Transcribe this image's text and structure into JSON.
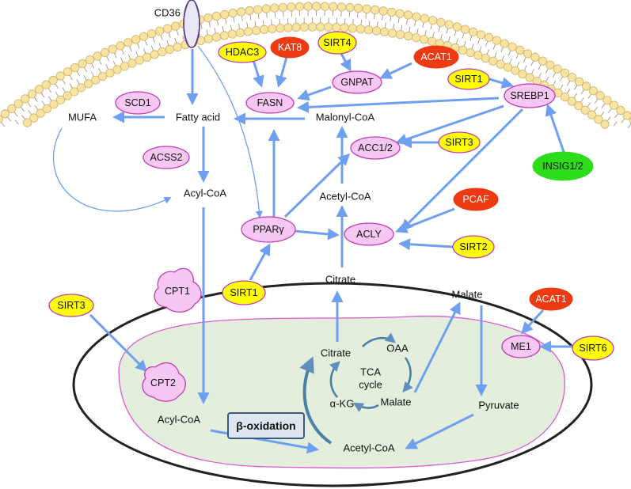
{
  "colors": {
    "arrow": "#6f9ff0",
    "pink_node": "#f6c7f2",
    "pink_border": "#c13bb5",
    "yellow_node": "#ffff00",
    "red_node": "#ee3a12",
    "green_node": "#2edc1a",
    "matrix_fill": "#e3eedc",
    "membrane_head": "#f9e3a0"
  },
  "labels": {
    "cd36": "CD36",
    "mufa": "MUFA",
    "fatty_acid": "Fatty acid",
    "malonyl_coa": "Malonyl-CoA",
    "acyl_coa_top": "Acyl-CoA",
    "acetyl_coa_top": "Acetyl-CoA",
    "citrate_cyto": "Citrate",
    "malate_cyto": "Malate",
    "pyruvate": "Pyruvate",
    "acyl_coa_mito": "Acyl-CoA",
    "acetyl_coa_mito": "Acetyl-CoA",
    "citrate_mito": "Citrate",
    "oaa": "OAA",
    "tca_line1": "TCA",
    "tca_line2": "cycle",
    "akg": "α-KG",
    "malate_mito": "Malate",
    "beta_oxidation": "β-oxidation"
  },
  "nodes": {
    "hdac3": "HDAC3",
    "kat8": "KAT8",
    "sirt4": "SIRT4",
    "acat1_top": "ACAT1",
    "gnpat": "GNPAT",
    "sirt1_top": "SIRT1",
    "fasn": "FASN",
    "srebp1": "SREBP1",
    "scd1": "SCD1",
    "acc12": "ACC1/2",
    "sirt3_top": "SIRT3",
    "insig12": "INSIG1/2",
    "acss2": "ACSS2",
    "pcaf": "PCAF",
    "ppary": "PPARγ",
    "acly": "ACLY",
    "sirt2": "SIRT2",
    "sirt1_bottom": "SIRT1",
    "cpt1": "CPT1",
    "sirt3_left": "SIRT3",
    "cpt2": "CPT2",
    "acat1_right": "ACAT1",
    "me1": "ME1",
    "sirt6": "SIRT6"
  }
}
